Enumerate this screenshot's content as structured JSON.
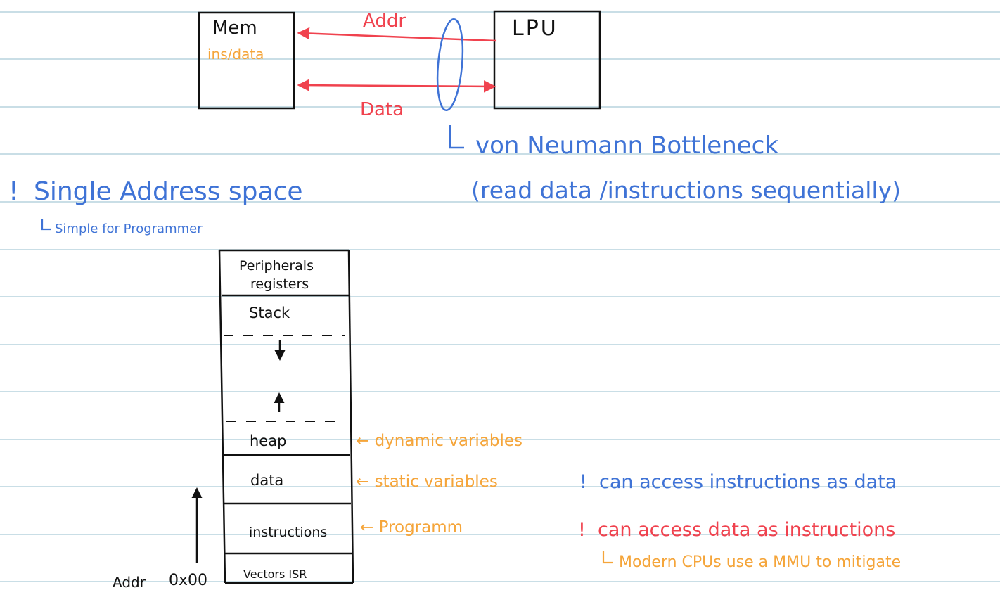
{
  "colors": {
    "line": "#b7d3dd",
    "ink": "#111111",
    "blue": "#3f73d6",
    "red": "#f0424e",
    "orange": "#f5a53a"
  },
  "top": {
    "mem_title": "Mem",
    "mem_subtitle": "ins/data",
    "cpu_label": "LPU",
    "addr_label": "Addr",
    "data_label": "Data",
    "bottleneck_title": "von Neumann Bottleneck",
    "bottleneck_note": "(read data /instructions sequentially)"
  },
  "notes": {
    "single_address": "Single Address space",
    "simple": "Simple for Programmer",
    "can_access_instr": "can access instructions as data",
    "can_access_data": "can access data as instructions",
    "mmu": "Modern CPUs use a MMU to mitigate"
  },
  "memory_map": {
    "peripherals_1": "Peripherals",
    "peripherals_2": "registers",
    "stack": "Stack",
    "heap": "heap",
    "data": "data",
    "instructions": "instructions",
    "vectors": "Vectors ISR"
  },
  "annotations": {
    "dynamic": "← dynamic variables",
    "static": "← static variables",
    "program": "← Programm"
  },
  "axis": {
    "addr": "Addr",
    "zero": "0x00"
  }
}
